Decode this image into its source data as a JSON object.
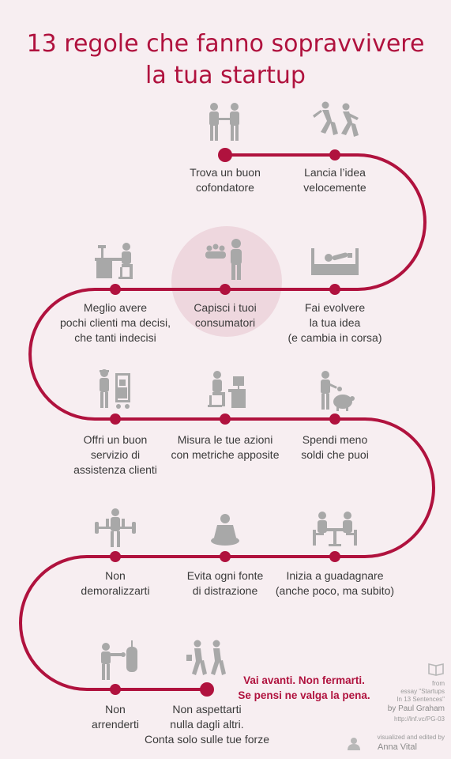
{
  "title": {
    "line1": "13 regole che fanno sopravvivere",
    "line2": "la tua startup"
  },
  "colors": {
    "accent": "#b0123e",
    "icon": "#a8a8a8",
    "background": "#f7eef1",
    "highlight": "#eed7de"
  },
  "rules": [
    {
      "lines": [
        "Trova un buon",
        "cofondatore"
      ],
      "icon": "two-people-icon"
    },
    {
      "lines": [
        "Lancia l’idea",
        "velocemente"
      ],
      "icon": "runners-icon"
    },
    {
      "lines": [
        "Fai evolvere",
        "la tua idea",
        "(e cambia in corsa)"
      ],
      "icon": "lab-bench-icon"
    },
    {
      "lines": [
        "Capisci i tuoi",
        "consumatori"
      ],
      "icon": "person-with-crowd-icon"
    },
    {
      "lines": [
        "Meglio avere",
        "pochi clienti ma decisi,",
        "che tanti indecisi"
      ],
      "icon": "person-at-desk-icon"
    },
    {
      "lines": [
        "Offri un buon",
        "servizio di",
        "assistenza clienti"
      ],
      "icon": "bellhop-cart-icon"
    },
    {
      "lines": [
        "Misura le tue azioni",
        "con metriche apposite"
      ],
      "icon": "person-at-computer-icon"
    },
    {
      "lines": [
        "Spendi meno",
        "soldi che puoi"
      ],
      "icon": "piggy-bank-icon"
    },
    {
      "lines": [
        "Inizia a guadagnare",
        "(anche poco, ma subito)"
      ],
      "icon": "meeting-table-icon"
    },
    {
      "lines": [
        "Evita ogni fonte",
        "di distrazione"
      ],
      "icon": "meditating-person-icon"
    },
    {
      "lines": [
        "Non",
        "demoralizzarti"
      ],
      "icon": "weightlifter-icon"
    },
    {
      "lines": [
        "Non",
        "arrenderti"
      ],
      "icon": "boxer-icon"
    },
    {
      "lines": [
        "Non aspettarti",
        "nulla dagli altri.",
        "Conta solo sulle tue forze"
      ],
      "icon": "walking-travelers-icon"
    }
  ],
  "closing": {
    "line1": "Vai avanti. Non fermarti.",
    "line2": "Se pensi ne valga la pena."
  },
  "credits": {
    "from": "from",
    "essay": "essay \"Startups",
    "essay2": "In 13 Sentences\"",
    "by": "by Paul Graham",
    "link": "http://lnf.vc/PG-03",
    "visualized": "visualized and edited by",
    "author": "Anna Vital"
  }
}
